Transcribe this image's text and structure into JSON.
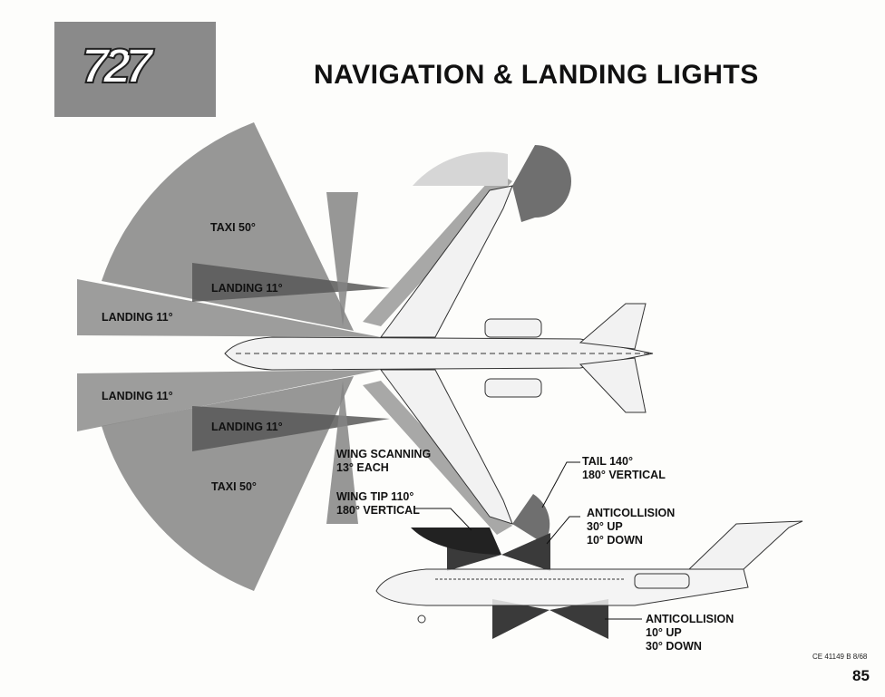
{
  "logo_text": "727",
  "title": "NAVIGATION & LANDING LIGHTS",
  "labels": {
    "taxi_upper": "TAXI 50°",
    "landing_upper_inner": "LANDING 11°",
    "landing_upper_outer": "LANDING 11°",
    "landing_lower_outer": "LANDING 11°",
    "landing_lower_inner": "LANDING 11°",
    "taxi_lower": "TAXI 50°",
    "wing_scanning": "WING SCANNING\n13° EACH",
    "wing_tip": "WING TIP 110°\n180° VERTICAL",
    "tail": "TAIL 140°\n180° VERTICAL",
    "anticollision_upper": "ANTICOLLISION\n30° UP\n10° DOWN",
    "anticollision_lower": "ANTICOLLISION\n10° UP\n30° DOWN"
  },
  "document_code": "CE 41149 B 8/68",
  "page_number": "85",
  "colors": {
    "light_cone": "#6e6e6e",
    "dark_cone": "#3a3a3a",
    "aircraft": "#f2f2f2"
  }
}
